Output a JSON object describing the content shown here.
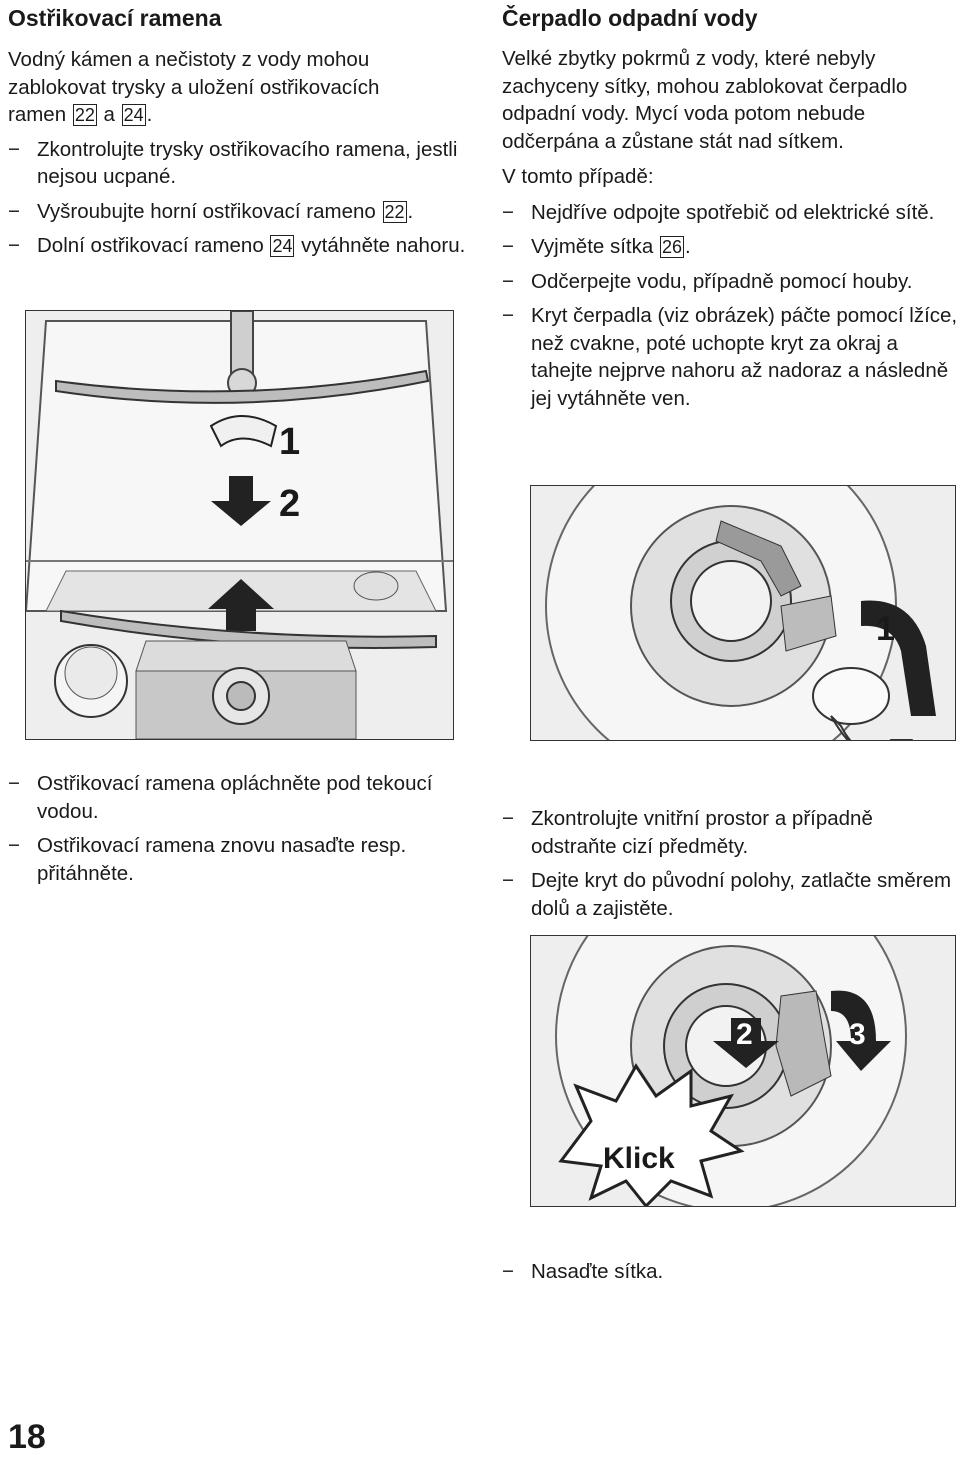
{
  "page_number": "18",
  "left": {
    "heading": "Ostřikovací ramena",
    "intro": [
      "Vodný kámen a nečistoty z vody mohou",
      "zablokovat trysky a uložení ostřikovacích",
      "ramen ",
      "22",
      " a ",
      "24",
      "."
    ],
    "steps": [
      {
        "text": "Zkontrolujte trysky ostřikovacího ramena, jestli nejsou ucpané."
      },
      {
        "pre": "Vyšroubujte horní ostřikovací rameno ",
        "ref": "22",
        "post": "."
      },
      {
        "pre": "Dolní ostřikovací rameno ",
        "ref": "24",
        "post": " vytáhněte nahoru."
      }
    ],
    "figure_labels": [
      "1",
      "2"
    ],
    "after_steps": [
      "Ostřikovací ramena opláchněte pod tekoucí vodou.",
      "Ostřikovací ramena znovu nasaďte resp. přitáhněte."
    ]
  },
  "right": {
    "heading": "Čerpadlo odpadní vody",
    "intro": "Velké zbytky pokrmů z vody, které nebyly zachyceny sítky, mohou zablokovat čerpadlo odpadní vody. Mycí voda potom nebude odčerpána a zůstane stát nad sítkem.",
    "case_line": "V tomto případě:",
    "steps": [
      {
        "text": "Nejdříve odpojte spotřebič od elektrické sítě."
      },
      {
        "pre": "Vyjměte sítka ",
        "ref": "26",
        "post": "."
      },
      {
        "text": "Odčerpejte vodu, případně pomocí houby."
      },
      {
        "text": "Kryt čerpadla (viz obrázek) páčte pomocí lžíce, než cvakne, poté uchopte kryt za okraj a tahejte nejprve nahoru až nadoraz a následně jej vytáhněte ven."
      }
    ],
    "figure1_label": "1",
    "after_steps": [
      "Zkontrolujte vnitřní prostor a případně odstraňte cizí předměty.",
      "Dejte kryt do původní polohy, zatlačte směrem dolů a zajistěte."
    ],
    "figure2_labels": [
      "2",
      "3"
    ],
    "klick": "Klick",
    "final_step": "Nasaďte sítka."
  }
}
